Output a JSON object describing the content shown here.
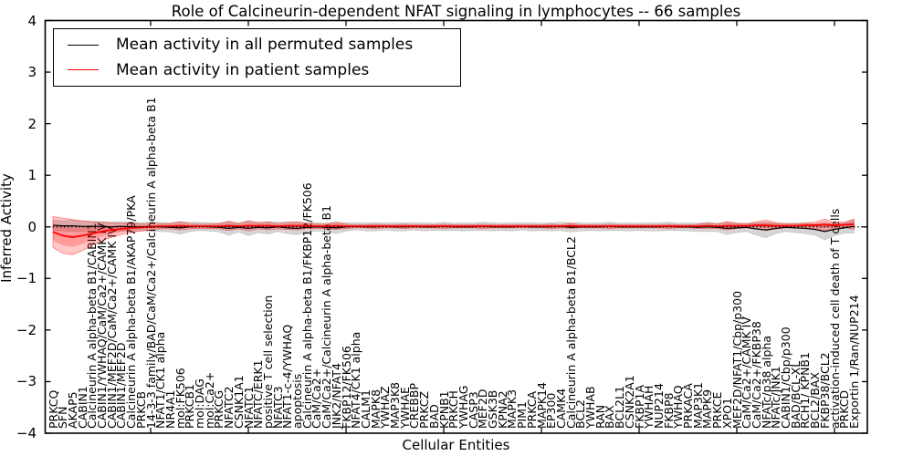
{
  "figure": {
    "title": "Role of Calcineurin-dependent NFAT signaling in lymphocytes -- 66 samples"
  },
  "legend": {
    "entries": [
      {
        "label": "Mean activity in all permuted samples",
        "color": "#000000"
      },
      {
        "label": "Mean activity in patient samples",
        "color": "#ff0000"
      }
    ]
  },
  "chart_data": {
    "type": "line",
    "title": "Role of Calcineurin-dependent NFAT signaling in lymphocytes -- 66 samples",
    "xlabel": "Cellular Entities",
    "ylabel": "Inferred Activity",
    "ylim": [
      -4,
      4
    ],
    "ytick_labels": [
      "4",
      "3",
      "2",
      "1",
      "0",
      "−1",
      "−2",
      "−3",
      "−4"
    ],
    "ytick_values": [
      4,
      3,
      2,
      1,
      0,
      -1,
      -2,
      -3,
      -4
    ],
    "xtick_positions": [
      10,
      20,
      30,
      40,
      50,
      60,
      70,
      80
    ],
    "grid": false,
    "legend_position": "upper left",
    "zero_line": true,
    "zero_line_style": "dotted",
    "colors": {
      "permuted_line": "#000000",
      "patient_line": "#ff0000",
      "permuted_band": "rgba(0,0,0,0.16)",
      "patient_band": "rgba(255,0,0,0.22)"
    },
    "categories": [
      "PRKCQ",
      "SFN",
      "AKAP5",
      "CABIN1",
      "Calcineurin A alpha-beta B1/CABIN1",
      "CABIN1/YWHAQ/CaM/Ca2+/CAMK IV",
      "CABIN1/MEF2D/CaM/Ca2+/CAMK IV",
      "CABIN1/MEF2D",
      "Calcineurin A alpha-beta B1/AKAP79/PKA",
      "PRKCB",
      "14-3-3 family/BAD/CaM/Ca2+/Calcineurin A alpha-beta B1",
      "NFAT1/CK1 alpha",
      "NR4A1",
      "mol:FK506",
      "PRKCB1",
      "mol:DAG",
      "mol:Ca2+",
      "PRKCG",
      "NFATC2",
      "CSNK1A1",
      "NFATC1",
      "NFATC/ERK1",
      "positive T cell selection",
      "NFATC3",
      "NFAT1-c-4/YWHAQ",
      "apoptosis",
      "Calcineurin A alpha-beta B1/FKBP12/FK506",
      "CaM/Ca2+",
      "CaM/Ca2+/Calcineurin A alpha-beta B1",
      "JNK2/NFAT4",
      "FKBP12/FK506",
      "NFAT4/CK1 alpha",
      "CALM1",
      "MAPK8",
      "YWHAZ",
      "MAP3K8",
      "YWHAE",
      "CREBBP",
      "PRKCZ",
      "BAD",
      "KPNB1",
      "PRKCH",
      "YWHAG",
      "CASP3",
      "MEF2D",
      "GSK3B",
      "KPNA2",
      "MAPK3",
      "PIM1",
      "PRKCA",
      "MAPK14",
      "EP300",
      "CAMK4",
      "Calcineurin A alpha-beta B1/BCL2",
      "BCL2",
      "YWHAB",
      "RAN",
      "BAX",
      "BCL2L1",
      "CSNK2A1",
      "FKBP1A",
      "YWHAH",
      "NUP214",
      "FKBP8",
      "YWHAQ",
      "PRKACA",
      "MAP3K1",
      "MAPK9",
      "PRKCE",
      "XPO1",
      "MEF2D/NFAT1/Cbp/p300",
      "CaM/Ca2+/CAMK IV",
      "CaM/Ca2+/FKBP38",
      "NFATc/p38 alpha",
      "NFATc/JNK1",
      "CABIN1/Cbp/p300",
      "BAD/BCL-XL",
      "RCH1/ KPNB1",
      "BCL2/BAX",
      "FKBP38/BCL2",
      "activation-induced cell death of T cells",
      "PRKCD",
      "Exportin 1/Ran/NUP214"
    ],
    "series": [
      {
        "name": "Mean activity in all permuted samples",
        "color": "#000000",
        "values": [
          0.03,
          0.02,
          0.02,
          0.01,
          0.01,
          0.01,
          0,
          0.01,
          0,
          0,
          0.01,
          0,
          -0.01,
          -0.02,
          0,
          0.01,
          0,
          -0.01,
          -0.03,
          -0.01,
          -0.03,
          -0.01,
          -0.02,
          0,
          -0.02,
          -0.03,
          -0.01,
          0,
          -0.01,
          -0.02,
          0,
          0.01,
          0,
          0,
          0.01,
          0,
          0,
          0.01,
          0,
          0,
          0.01,
          0,
          0,
          0,
          0.01,
          0,
          0,
          0,
          0.01,
          0,
          0,
          0,
          0.01,
          -0.01,
          0,
          0,
          0,
          0.01,
          0,
          0,
          0,
          0,
          0,
          0.01,
          0,
          0,
          -0.01,
          0,
          -0.01,
          -0.03,
          -0.02,
          -0.01,
          -0.04,
          -0.06,
          -0.03,
          -0.01,
          -0.02,
          -0.03,
          -0.05,
          -0.09,
          -0.05,
          -0.02,
          0.01
        ],
        "band_halfwidth": [
          0.1,
          0.1,
          0.11,
          0.1,
          0.1,
          0.09,
          0.09,
          0.09,
          0.09,
          0.08,
          0.09,
          0.09,
          0.09,
          0.12,
          0.09,
          0.08,
          0.08,
          0.09,
          0.13,
          0.09,
          0.14,
          0.1,
          0.12,
          0.09,
          0.11,
          0.12,
          0.09,
          0.08,
          0.08,
          0.11,
          0.08,
          0.07,
          0.08,
          0.08,
          0.07,
          0.08,
          0.08,
          0.07,
          0.08,
          0.07,
          0.08,
          0.07,
          0.08,
          0.07,
          0.08,
          0.08,
          0.07,
          0.08,
          0.07,
          0.08,
          0.07,
          0.08,
          0.08,
          0.09,
          0.08,
          0.07,
          0.08,
          0.08,
          0.07,
          0.08,
          0.07,
          0.08,
          0.08,
          0.08,
          0.07,
          0.08,
          0.08,
          0.09,
          0.08,
          0.12,
          0.09,
          0.08,
          0.12,
          0.15,
          0.1,
          0.08,
          0.09,
          0.1,
          0.11,
          0.16,
          0.12,
          0.1,
          0.13
        ]
      },
      {
        "name": "Mean activity in patient samples",
        "color": "#ff0000",
        "values": [
          -0.1,
          -0.17,
          -0.2,
          -0.17,
          -0.13,
          -0.09,
          -0.06,
          -0.04,
          -0.02,
          -0.01,
          0,
          0.01,
          0.01,
          0.02,
          0.01,
          0.01,
          0.01,
          0.01,
          0.02,
          0.01,
          0.02,
          0.02,
          0.02,
          0.01,
          0.02,
          0.02,
          0.02,
          0.01,
          0.01,
          0.02,
          0.01,
          0.01,
          0.01,
          0.01,
          0.01,
          0.01,
          0.01,
          0.01,
          0.01,
          0.01,
          0.01,
          0.01,
          0.01,
          0.01,
          0.01,
          0.01,
          0.01,
          0.01,
          0.01,
          0.01,
          0.01,
          0.01,
          0.01,
          0.02,
          0.01,
          0.01,
          0.01,
          0.01,
          0.01,
          0.01,
          0.01,
          0.01,
          0.01,
          0.01,
          0.01,
          0.01,
          0.01,
          0.02,
          0.01,
          0.02,
          0.02,
          0.02,
          0.03,
          0.03,
          0.02,
          0.02,
          0.02,
          0.03,
          0.03,
          0.04,
          0.03,
          0.04,
          0.05
        ],
        "band_halfwidth": [
          0.3,
          0.34,
          0.34,
          0.29,
          0.23,
          0.18,
          0.14,
          0.11,
          0.09,
          0.07,
          0.06,
          0.05,
          0.05,
          0.08,
          0.05,
          0.04,
          0.04,
          0.05,
          0.09,
          0.05,
          0.1,
          0.06,
          0.08,
          0.05,
          0.07,
          0.08,
          0.05,
          0.04,
          0.04,
          0.07,
          0.04,
          0.03,
          0.03,
          0.04,
          0.03,
          0.03,
          0.04,
          0.03,
          0.03,
          0.03,
          0.04,
          0.03,
          0.03,
          0.03,
          0.04,
          0.03,
          0.03,
          0.03,
          0.03,
          0.03,
          0.03,
          0.04,
          0.03,
          0.05,
          0.03,
          0.03,
          0.03,
          0.04,
          0.03,
          0.03,
          0.03,
          0.03,
          0.03,
          0.04,
          0.03,
          0.03,
          0.04,
          0.05,
          0.04,
          0.08,
          0.05,
          0.04,
          0.07,
          0.1,
          0.06,
          0.04,
          0.04,
          0.05,
          0.06,
          0.11,
          0.06,
          0.05,
          0.1
        ]
      }
    ]
  }
}
